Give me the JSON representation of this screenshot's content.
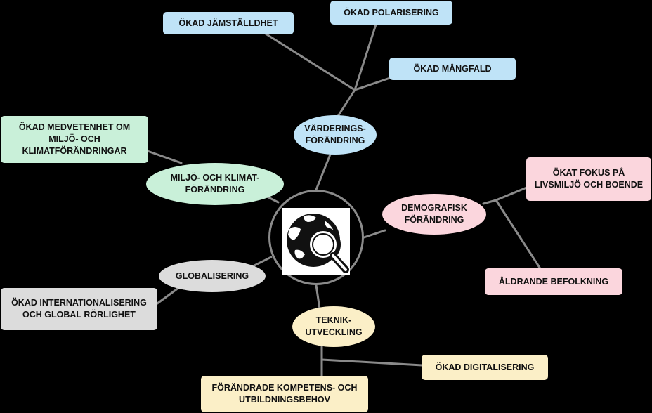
{
  "colors": {
    "background": "#000000",
    "connector": "#8a8a8a",
    "blue": "#bfe3f7",
    "green": "#c9f0d9",
    "pink": "#fbd6dd",
    "gray": "#dcdcdc",
    "yellow": "#fbefc7"
  },
  "hub": {
    "icon": "globe-magnifier-icon"
  },
  "drivers": {
    "varderings": "VÄRDERINGS-\nFÖRÄNDRING",
    "miljo": "MILJÖ- OCH KLIMAT-\nFÖRÄNDRING",
    "demografisk": "DEMOGRAFISK\nFÖRÄNDRING",
    "globalisering": "GLOBALISERING",
    "teknik": "TEKNIK-\nUTVECKLING"
  },
  "effects": {
    "jamstalldhet": "ÖKAD JÄMSTÄLLDHET",
    "polarisering": "ÖKAD POLARISERING",
    "mangfald": "ÖKAD MÅNGFALD",
    "medvetenhet": "ÖKAD MEDVETENHET OM\nMILJÖ- OCH\nKLIMATFÖRÄNDRINGAR",
    "livsmiljo": "ÖKAT FOKUS PÅ\nLIVSMILJÖ OCH BOENDE",
    "aldrande": "ÅLDRANDE BEFOLKNING",
    "internationalisering": "ÖKAD INTERNATIONALISERING\nOCH GLOBAL RÖRLIGHET",
    "digitalisering": "ÖKAD DIGITALISERING",
    "kompetens": "FÖRÄNDRADE KOMPETENS- OCH\nUTBILDNINGSBEHOV"
  }
}
